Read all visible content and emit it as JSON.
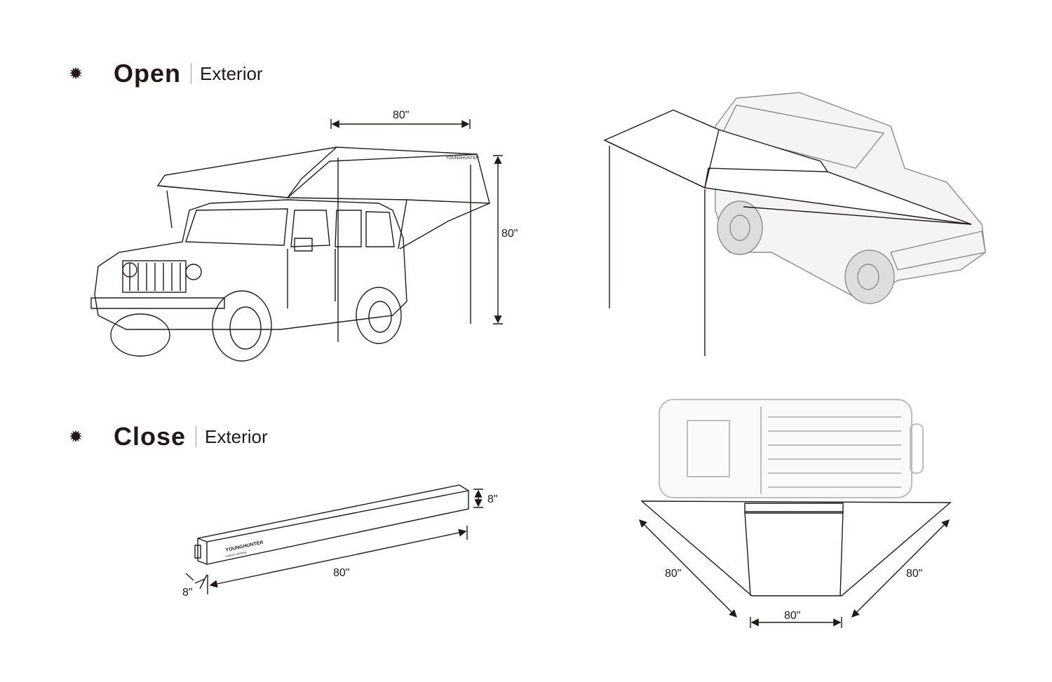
{
  "sections": [
    {
      "icon": "sun-icon",
      "title": "Open",
      "subtitle": "Exterior"
    },
    {
      "icon": "sun-icon",
      "title": "Close",
      "subtitle": "Exterior"
    }
  ],
  "open_dimensions": {
    "width": "80\"",
    "height": "80\""
  },
  "close_dimensions": {
    "height": "8\"",
    "length": "80\"",
    "depth": "8\""
  },
  "top_view_dimensions": {
    "left": "80\"",
    "bottom": "80\"",
    "right": "80\""
  },
  "brand": {
    "name": "YOUNGHUNTER",
    "tagline": "outdoor camping"
  },
  "colors": {
    "ink": "#231815",
    "ghost": "#bdbdbd"
  }
}
